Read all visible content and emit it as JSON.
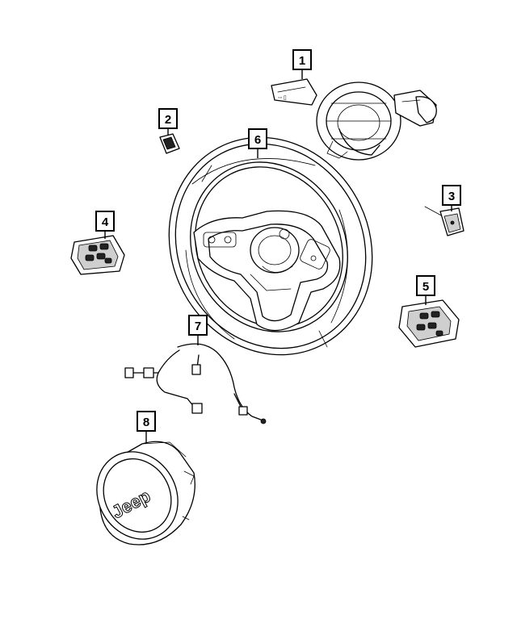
{
  "parts": [
    {
      "number": "1",
      "name": "clockspring-multifunction-switch"
    },
    {
      "number": "2",
      "name": "switch-small"
    },
    {
      "number": "3",
      "name": "paddle-switch"
    },
    {
      "number": "4",
      "name": "left-steering-wheel-switch"
    },
    {
      "number": "5",
      "name": "right-steering-wheel-switch"
    },
    {
      "number": "6",
      "name": "steering-wheel"
    },
    {
      "number": "7",
      "name": "wiring-harness"
    },
    {
      "number": "8",
      "name": "driver-airbag"
    }
  ],
  "airbag_logo": "Jeep",
  "colors": {
    "ink": "#000000",
    "background": "#ffffff"
  }
}
